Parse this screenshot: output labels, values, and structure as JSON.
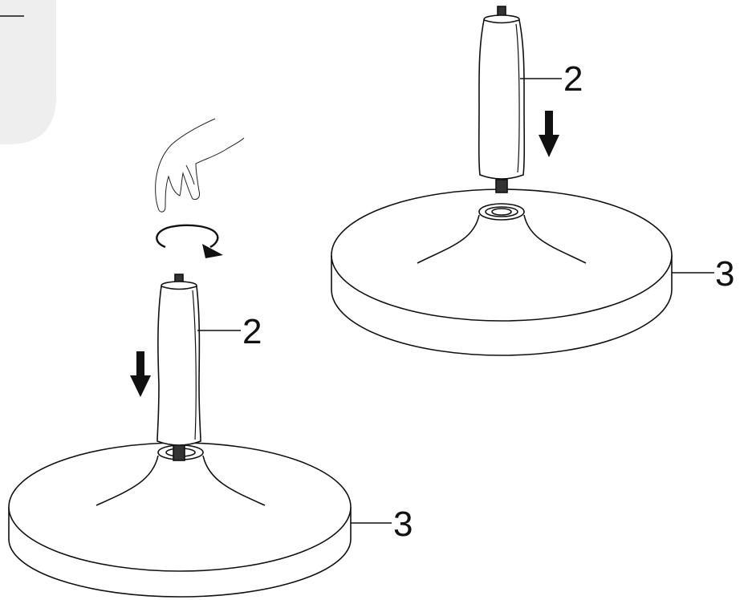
{
  "diagram": {
    "callouts": {
      "upper_part_number": "2",
      "upper_base_number": "3",
      "lower_part_number": "2",
      "lower_base_number": "3"
    }
  }
}
